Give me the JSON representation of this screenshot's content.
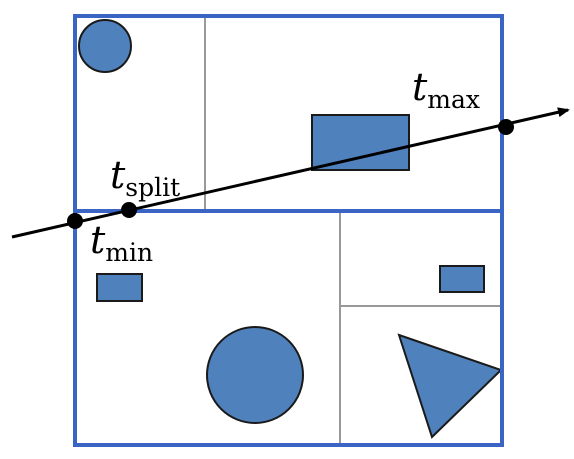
{
  "labels": {
    "t_split": {
      "main": "t",
      "sub": "split"
    },
    "t_max": {
      "main": "t",
      "sub": "max"
    },
    "t_min": {
      "main": "t",
      "sub": "min"
    }
  },
  "colors": {
    "box_border": "#3a65c4",
    "inner_split": "#999999",
    "shape_fill": "#4f81bd",
    "shape_stroke": "#1a1a1a",
    "ray": "#000000"
  }
}
